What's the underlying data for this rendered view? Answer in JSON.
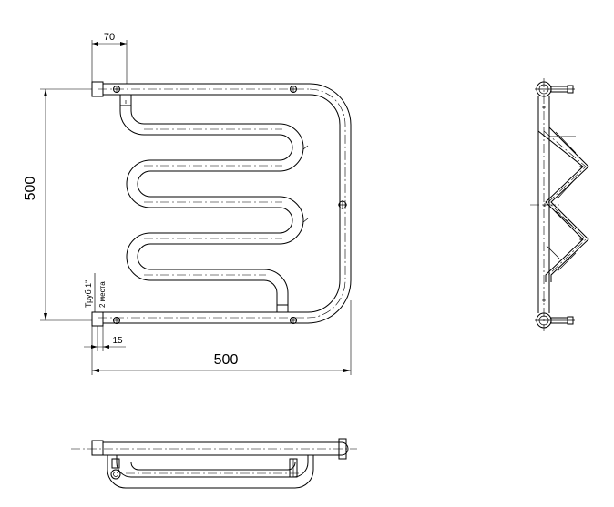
{
  "dimensions": {
    "top_offset": "70",
    "height": "500",
    "width": "500",
    "bottom_offset": "15"
  },
  "notes": {
    "pipe_size": "Труб 1\"",
    "places": "2 места"
  }
}
